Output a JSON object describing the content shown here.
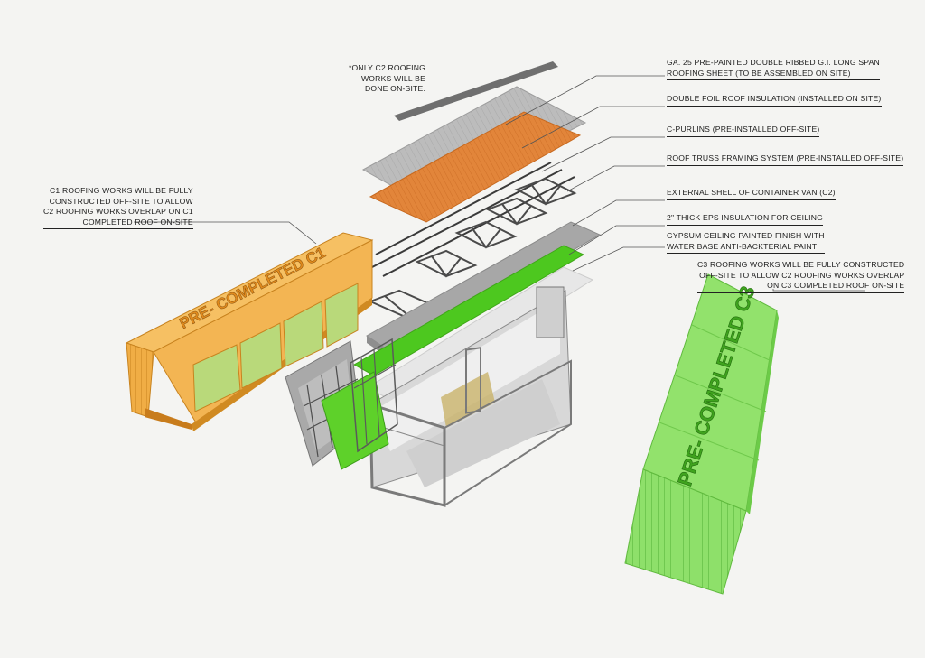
{
  "labels": {
    "note": [
      "*ONLY C2 ROOFING",
      "WORKS WILL BE",
      "DONE ON-SITE."
    ],
    "c1": [
      "C1 ROOFING WORKS WILL BE FULLY",
      "CONSTRUCTED OFF-SITE TO ALLOW",
      "C2 ROOFING WORKS OVERLAP ON C1",
      "COMPLETED ROOF  ON-SITE"
    ],
    "roof_sheet": [
      "GA. 25 PRE-PAINTED DOUBLE RIBBED G.I. LONG SPAN",
      "ROOFING SHEET (TO BE ASSEMBLED ON SITE)"
    ],
    "foil": "DOUBLE FOIL ROOF INSULATION (INSTALLED ON SITE)",
    "purlins": "C-PURLINS (PRE-INSTALLED OFF-SITE)",
    "truss": "ROOF TRUSS FRAMING SYSTEM (PRE-INSTALLED OFF-SITE)",
    "shell": "EXTERNAL SHELL OF CONTAINER VAN (C2)",
    "eps": "2\" THICK EPS INSULATION FOR CEILING",
    "gypsum": [
      "GYPSUM CEILING PAINTED FINISH WITH",
      "WATER BASE ANTI-BACKTERIAL PAINT"
    ],
    "c3": [
      "C3 ROOFING WORKS WILL BE FULLY CONSTRUCTED",
      "OFF-SITE TO ALLOW C2 ROOFING WORKS OVERLAP",
      "ON C3 COMPLETED ROOF  ON-SITE"
    ]
  },
  "containers": {
    "c1_text": "PRE- COMPLETED C1",
    "c3_text": "PRE- COMPLETED C3"
  },
  "colors": {
    "orange": "#f2b04a",
    "orange_dark": "#d08a22",
    "green": "#8fe06a",
    "green_dark": "#5fbf3c",
    "roof_grey": "#b9b9b9",
    "insulation": "#e07a2a",
    "ceiling_green": "#4ecb1c",
    "shell_grey": "#a8a8a8"
  }
}
